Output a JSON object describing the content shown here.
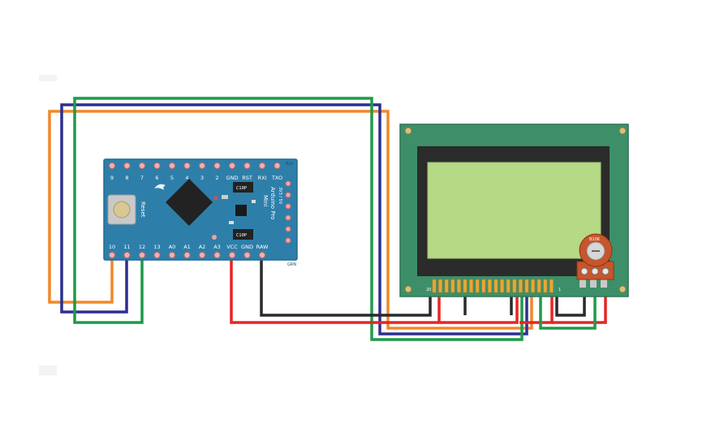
{
  "arduino": {
    "top_pins": [
      "9",
      "8",
      "7",
      "6",
      "5",
      "4",
      "3",
      "2",
      "GND",
      "RST",
      "RXI",
      "TXO"
    ],
    "bottom_pins": [
      "10",
      "11",
      "12",
      "13",
      "A0",
      "A1",
      "A2",
      "A3",
      "VCC",
      "GND",
      "RAW"
    ],
    "reset_label": "Reset",
    "board_name_lines": [
      "Arduino Pro",
      "Mini"
    ],
    "voltage_line": "3V3 / 5V",
    "side_top": "BLK",
    "side_bottom": "GRN",
    "cap_label": "C10P"
  },
  "lcd": {
    "pin_first": "20",
    "pin_last": "1"
  },
  "pot": {
    "label": "B10K"
  },
  "colors": {
    "orange_wire": "#f0892a",
    "blue_wire": "#2d2f8f",
    "green_wire": "#1f9a4a",
    "red_wire": "#e32626",
    "black_wire": "#2a2a2a",
    "board": "#2d7faa",
    "lcd_pcb": "#3d8f69",
    "lcd_screen": "#b5d985"
  }
}
